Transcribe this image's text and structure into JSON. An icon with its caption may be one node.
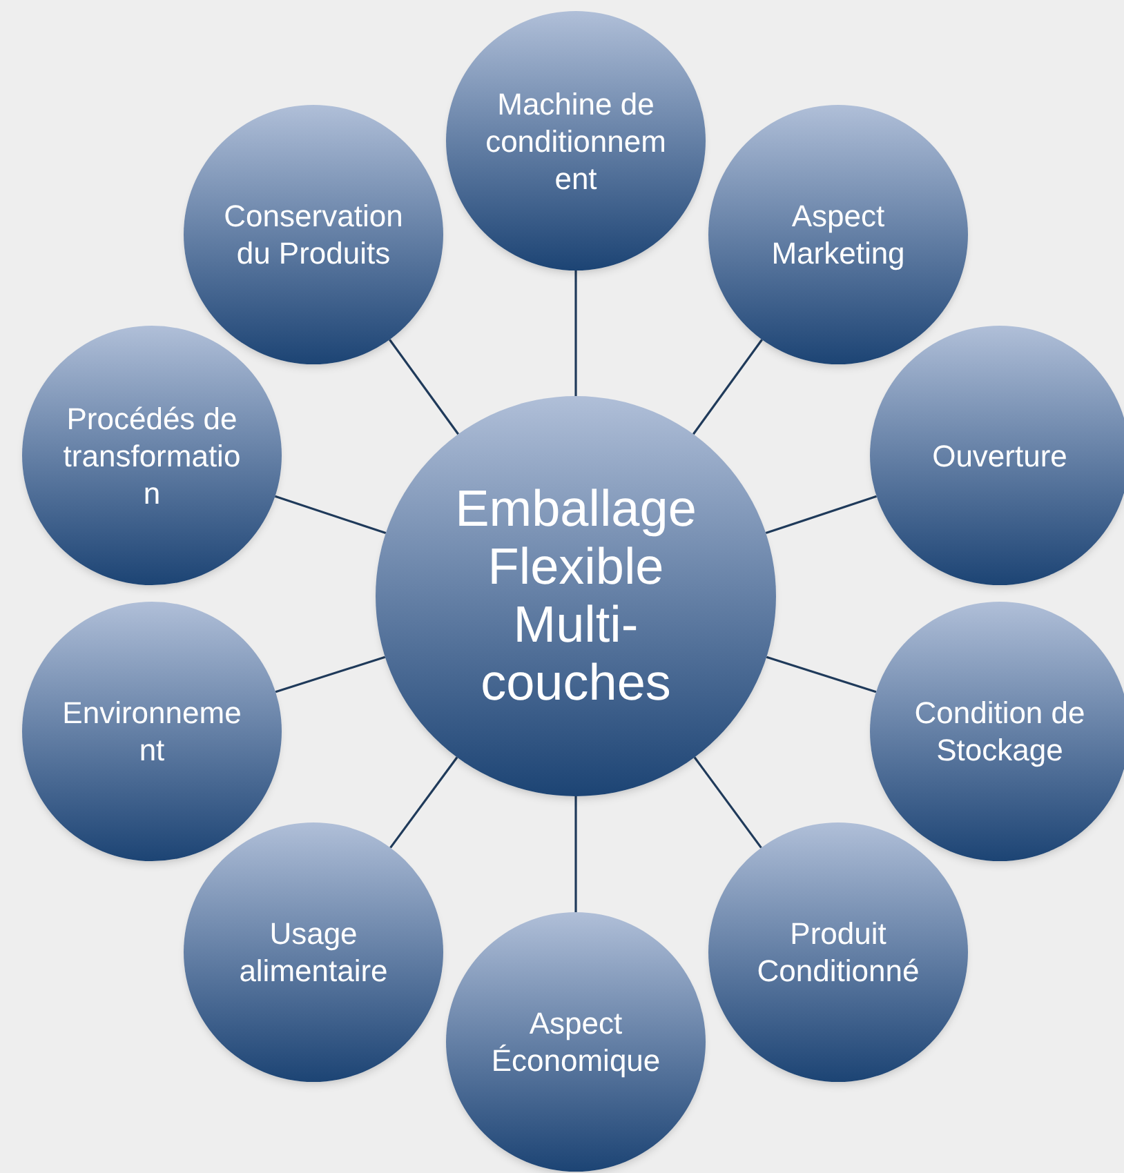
{
  "diagram": {
    "nodes": [
      {
        "text": [
          "Emballage Flexible Multi-couches"
        ]
      },
      {
        "text": [
          "Machine de conditionnement"
        ]
      },
      {
        "text": [
          "Aspect Marketing"
        ]
      },
      {
        "text": [
          "Ouverture"
        ]
      },
      {
        "text": [
          "Condition de Stockage"
        ]
      },
      {
        "text": [
          "Produit Conditionné"
        ]
      },
      {
        "text": [
          "Aspect Économique"
        ]
      },
      {
        "text": [
          "Usage alimentaire"
        ]
      },
      {
        "text": [
          "Environnement"
        ]
      },
      {
        "text": [
          "Procédés de transformation"
        ]
      },
      {
        "text": [
          "Conservation du Produits"
        ]
      }
    ],
    "edges": [
      {
        "from": 0,
        "to": 1,
        "arrow": "none"
      },
      {
        "from": 0,
        "to": 2,
        "arrow": "none"
      },
      {
        "from": 0,
        "to": 3,
        "arrow": "none"
      },
      {
        "from": 0,
        "to": 4,
        "arrow": "none"
      },
      {
        "from": 0,
        "to": 5,
        "arrow": "none"
      },
      {
        "from": 0,
        "to": 6,
        "arrow": "none"
      },
      {
        "from": 0,
        "to": 7,
        "arrow": "none"
      },
      {
        "from": 0,
        "to": 8,
        "arrow": "none"
      },
      {
        "from": 0,
        "to": 9,
        "arrow": "none"
      },
      {
        "from": 0,
        "to": 10,
        "arrow": "none"
      }
    ]
  }
}
